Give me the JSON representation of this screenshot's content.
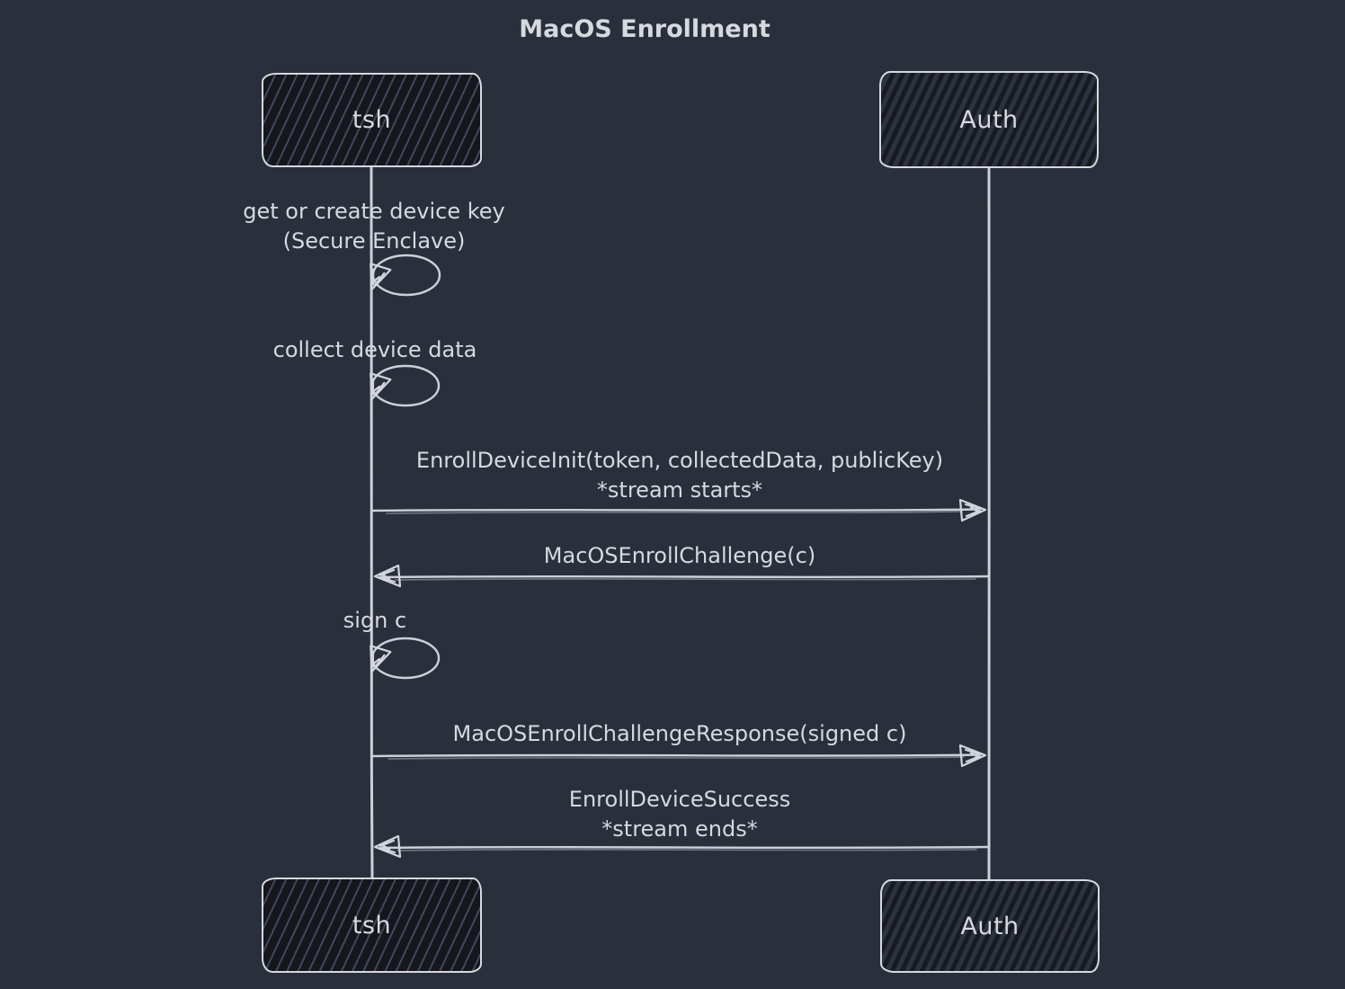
{
  "title": "MacOS Enrollment",
  "colors": {
    "background": "#2a2f3c",
    "stroke": "#ccd0d7",
    "text": "#d6d9de",
    "actor_fill_tsh": "#15171c",
    "actor_fill_auth": "#2c3240",
    "hatch_light": "#4e5974",
    "hatch_dark": "#171a21"
  },
  "actors": [
    {
      "label": "tsh"
    },
    {
      "label": "Auth"
    }
  ],
  "events": [
    {
      "kind": "self-loop",
      "actor": "tsh",
      "line1": "get or create device key",
      "line2": "(Secure Enclave)"
    },
    {
      "kind": "self-loop",
      "actor": "tsh",
      "line1": "collect device data"
    },
    {
      "kind": "message",
      "from": "tsh",
      "to": "Auth",
      "line1": "EnrollDeviceInit(token, collectedData, publicKey)",
      "line2": "*stream starts*"
    },
    {
      "kind": "message",
      "from": "Auth",
      "to": "tsh",
      "line1": "MacOSEnrollChallenge(c)"
    },
    {
      "kind": "self-loop",
      "actor": "tsh",
      "line1": "sign c"
    },
    {
      "kind": "message",
      "from": "tsh",
      "to": "Auth",
      "line1": "MacOSEnrollChallengeResponse(signed c)"
    },
    {
      "kind": "message",
      "from": "Auth",
      "to": "tsh",
      "line1": "EnrollDeviceSuccess",
      "line2": "*stream ends*"
    }
  ]
}
